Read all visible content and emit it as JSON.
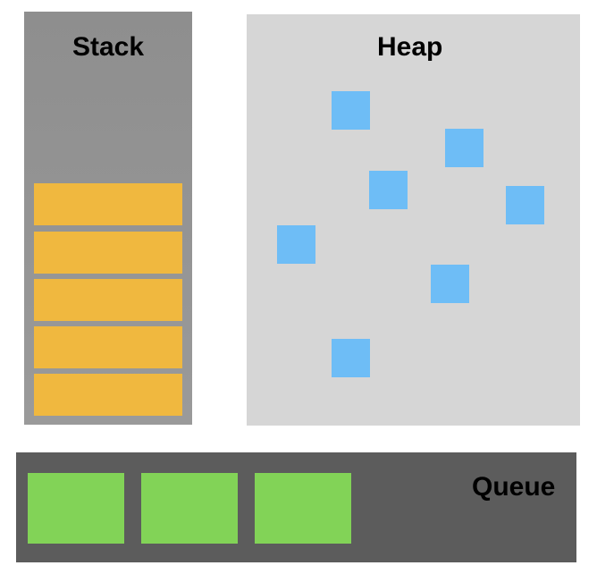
{
  "stack": {
    "title": "Stack",
    "frame_count": 5,
    "frame_color": "#f0b83f"
  },
  "heap": {
    "title": "Heap",
    "object_count": 7,
    "object_color": "#6ebdf6"
  },
  "queue": {
    "title": "Queue",
    "message_count": 3,
    "message_color": "#82d357"
  }
}
